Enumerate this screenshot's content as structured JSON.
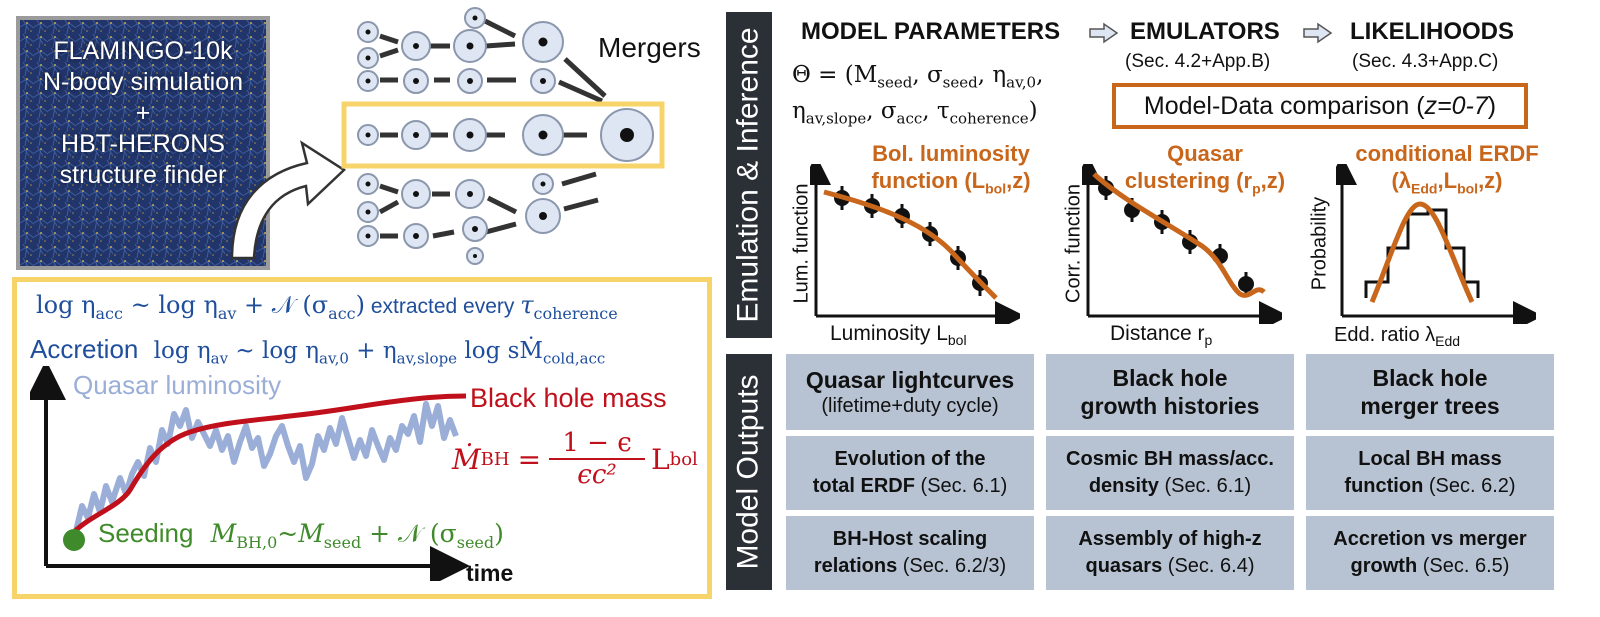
{
  "simulation": {
    "line1": "FLAMINGO-10k",
    "line2": "N-body simulation",
    "line3": "+",
    "line4": "HBT-HERONS",
    "line5": "structure finder"
  },
  "mergers_label": "Mergers",
  "accretion": {
    "eq1_part1": "log η",
    "eq1_sub1": "acc",
    "eq1_part2": " ~ log η",
    "eq1_sub2": "av",
    "eq1_part3": " + 𝒩 (σ",
    "eq1_sub3": "acc",
    "eq1_part4": ")",
    "eq1_text": " extracted every ",
    "eq1_part5": "τ",
    "eq1_sub5": "coherence",
    "accretion_word": "Accretion",
    "eq2_part1": "log η",
    "eq2_sub1": "av",
    "eq2_part2": " ~ log η",
    "eq2_sub2": "av,0",
    "eq2_part3": " + η",
    "eq2_sub3": "av,slope",
    "eq2_part4": " log s",
    "eq2_part5": "Ṁ",
    "eq2_sub5": "cold,acc",
    "quasar_luminosity": "Quasar luminosity",
    "black_hole_mass": "Black hole mass",
    "mdot_lhs": "Ṁ",
    "mdot_sub": "BH",
    "frac_num": "1 − ϵ",
    "frac_den": "ϵc²",
    "lbol": "L",
    "lbol_sub": "bol",
    "seeding": "Seeding",
    "seed_part1": "M",
    "seed_sub1": "BH,0",
    "seed_part2": "~M",
    "seed_sub2": "seed",
    "seed_part3": " + 𝒩 (σ",
    "seed_sub3": "seed",
    "seed_part4": ")",
    "time_label": "time",
    "colors": {
      "luminosity": "#9aaed8",
      "mass": "#c0101b",
      "seed": "#3f8a2a",
      "text_blue": "#1f4e9c"
    }
  },
  "inference": {
    "side_label": "Emulation & Inference",
    "header1": "MODEL PARAMETERS",
    "header2": "EMULATORS",
    "header2_sub": "(Sec. 4.2+App.B)",
    "header3": "LIKELIHOODS",
    "header3_sub": "(Sec. 4.3+App.C)",
    "theta_line1_a": "Θ = (M",
    "theta_line1_s1": "seed",
    "theta_line1_b": ", σ",
    "theta_line1_s2": "seed",
    "theta_line1_c": ", η",
    "theta_line1_s3": "av,0",
    "theta_line1_d": ",",
    "theta_line2_a": "η",
    "theta_line2_s1": "av,slope",
    "theta_line2_b": ", σ",
    "theta_line2_s2": "acc",
    "theta_line2_c": ", τ",
    "theta_line2_s3": "coherence",
    "theta_line2_d": ")",
    "comparison_a": "Model-Data comparison (",
    "comparison_b": "z=0-7",
    "comparison_c": ")",
    "plot1_title1": "Bol. luminosity",
    "plot1_title2a": "function (L",
    "plot1_title2s": "bol",
    "plot1_title2b": ",z)",
    "plot1_ylabel": "Lum. function",
    "plot1_xlabel": "Luminosity L",
    "plot1_xsub": "bol",
    "plot2_title1": "Quasar",
    "plot2_title2a": "clustering (r",
    "plot2_title2s": "p",
    "plot2_title2b": ",z)",
    "plot2_ylabel": "Corr. function",
    "plot2_xlabel": "Distance r",
    "plot2_xsub": "p",
    "plot3_title1": "conditional ERDF",
    "plot3_title2a": "(λ",
    "plot3_title2s1": "Edd",
    "plot3_title2b": ",L",
    "plot3_title2s2": "bol",
    "plot3_title2c": ",z)",
    "plot3_ylabel": "Probability",
    "plot3_xlabel": "Edd. ratio λ",
    "plot3_xsub": "Edd",
    "accent": "#c8661b"
  },
  "outputs": {
    "side_label": "Model Outputs",
    "cells": [
      {
        "a": "Quasar lightcurves",
        "b": "(lifetime+duty cycle)"
      },
      {
        "a": "Black hole",
        "b": "growth histories"
      },
      {
        "a": "Black hole",
        "b": "merger trees"
      },
      {
        "a": "Evolution of the",
        "b": "total ERDF",
        "ref": "(Sec. 6.1)"
      },
      {
        "a": "Cosmic BH mass/acc.",
        "b": "density",
        "ref": "(Sec. 6.1)"
      },
      {
        "a": "Local BH mass",
        "b": "function",
        "ref": "(Sec. 6.2)"
      },
      {
        "a": "BH-Host scaling",
        "b": "relations",
        "ref": "(Sec. 6.2/3)"
      },
      {
        "a": "Assembly of high-z",
        "b": "quasars",
        "ref": "(Sec. 6.4)"
      },
      {
        "a": "Accretion vs merger",
        "b": "growth",
        "ref": "(Sec. 6.5)"
      }
    ],
    "cell_color": "#b7c3d3"
  }
}
